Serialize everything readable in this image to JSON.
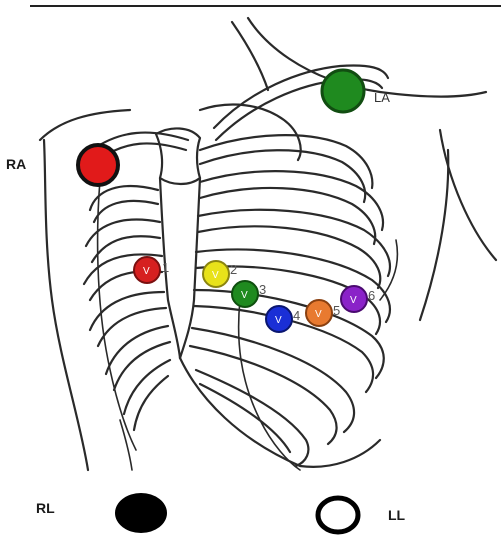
{
  "limb_leads": [
    {
      "id": "la",
      "label": "LA",
      "color": "#1f8a1f"
    },
    {
      "id": "ra",
      "label": "RA",
      "color": "#e11a1a"
    },
    {
      "id": "rl",
      "label": "RL",
      "color": "#000000"
    },
    {
      "id": "ll",
      "label": "LL",
      "color": "#ffffff"
    }
  ],
  "chest_leads": [
    {
      "id": "v1",
      "letter": "V",
      "number": "1",
      "color": "#d62020"
    },
    {
      "id": "v2",
      "letter": "V",
      "number": "2",
      "color": "#e8e21a"
    },
    {
      "id": "v3",
      "letter": "V",
      "number": "3",
      "color": "#1f8a1f"
    },
    {
      "id": "v4",
      "letter": "V",
      "number": "4",
      "color": "#1a2fd6"
    },
    {
      "id": "v5",
      "letter": "V",
      "number": "5",
      "color": "#e87a30"
    },
    {
      "id": "v6",
      "letter": "V",
      "number": "6",
      "color": "#8a22c8"
    }
  ]
}
